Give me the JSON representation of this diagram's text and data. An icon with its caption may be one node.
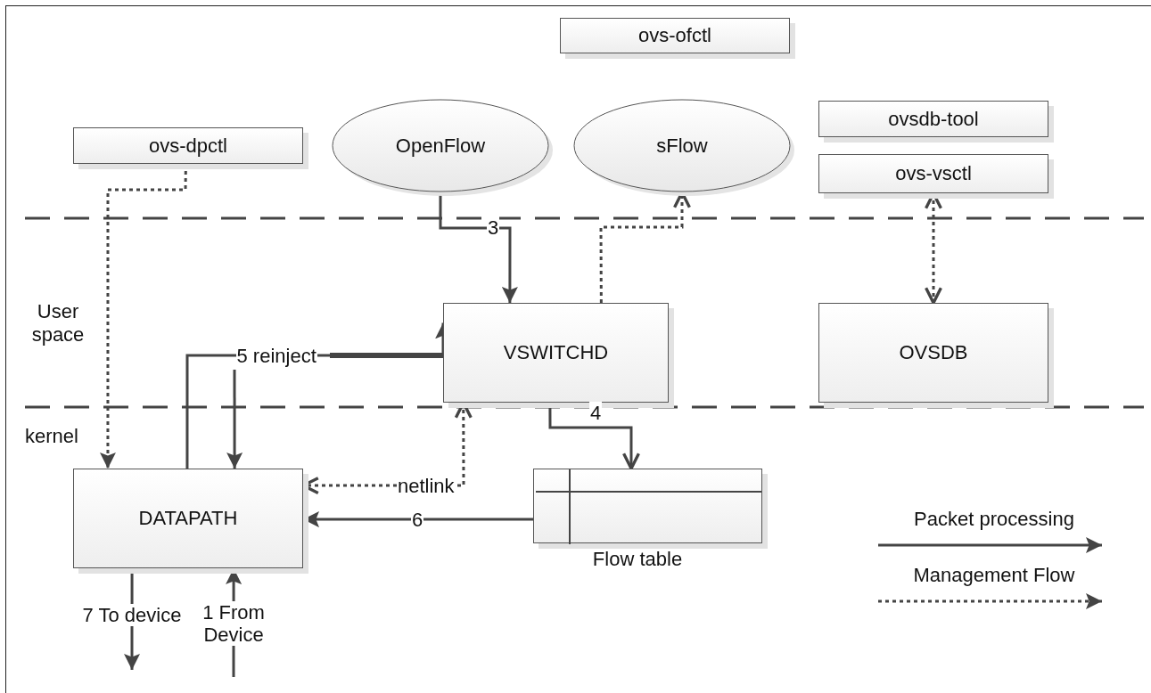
{
  "diagram": {
    "nodes": [
      {
        "text": [
          "ovs-ofctl"
        ]
      },
      {
        "text": [
          "ovs-dpctl"
        ]
      },
      {
        "text": [
          "OpenFlow"
        ]
      },
      {
        "text": [
          "sFlow"
        ]
      },
      {
        "text": [
          "ovsdb-tool"
        ]
      },
      {
        "text": [
          "ovs-vsctl"
        ]
      },
      {
        "text": [
          "VSWITCHD"
        ]
      },
      {
        "text": [
          "OVSDB"
        ]
      },
      {
        "text": [
          "DATAPATH"
        ]
      },
      {
        "text": [],
        "shape": "table",
        "beside": [
          "Flow table"
        ]
      }
    ],
    "edges": [
      {
        "from": 1,
        "to": 8,
        "arrow": "to",
        "style": "dashed"
      },
      {
        "from": 2,
        "to": 6,
        "arrow": "to",
        "label": "3"
      },
      {
        "from": 6,
        "to": 3,
        "arrow": "to",
        "style": "dashed"
      },
      {
        "from": 5,
        "to": 7,
        "arrow": "both",
        "style": "dashed"
      },
      {
        "from": 8,
        "to": 6,
        "arrow": "to",
        "label": "5 reinject"
      },
      {
        "from": null,
        "to": 8,
        "arrow": "to"
      },
      {
        "from": 6,
        "to": 9,
        "arrow": "to",
        "label": "4"
      },
      {
        "from": 6,
        "to": 8,
        "arrow": "both",
        "style": "dashed",
        "label": "netlink"
      },
      {
        "from": 9,
        "to": 8,
        "arrow": "to",
        "label": "6"
      },
      {
        "from": 8,
        "to": null,
        "arrow": "to",
        "label": "7 To device"
      },
      {
        "from": null,
        "to": 8,
        "arrow": "to",
        "label": "1 From Device"
      }
    ],
    "labels": [
      "User space",
      "kernel"
    ],
    "legend": [
      {
        "text": "Packet processing"
      },
      {
        "text": "Management Flow"
      }
    ]
  }
}
